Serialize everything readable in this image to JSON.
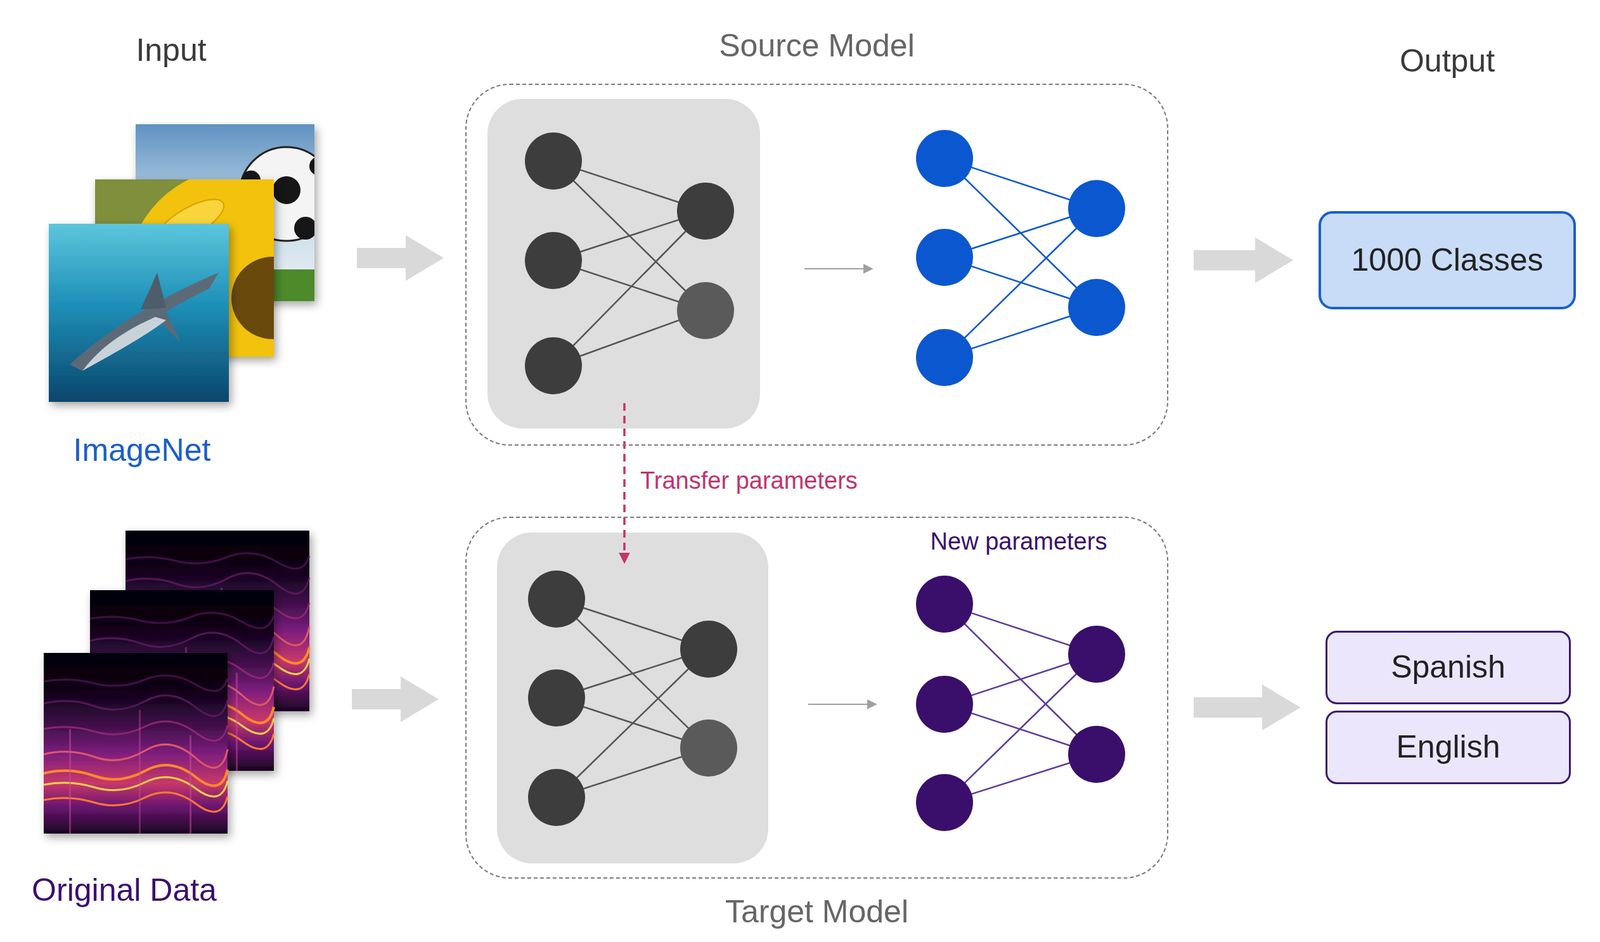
{
  "diagram": {
    "nodes": [
      {
        "text": [
          "Source Model"
        ]
      },
      {
        "text": [
          "1000 Classes"
        ]
      },
      {
        "text": [
          "Target Model"
        ]
      },
      {
        "text": [
          "Spanish"
        ]
      },
      {
        "text": [
          "English"
        ]
      }
    ],
    "edges": [
      {
        "from": 0,
        "to": 1,
        "arrow": "to"
      },
      {
        "from": 2,
        "to": 3,
        "arrow": "to"
      },
      {
        "from": 2,
        "to": 4,
        "arrow": "to"
      },
      {
        "from": 0,
        "to": 2,
        "label": "Transfer parameters",
        "arrow": "to"
      }
    ],
    "labels": [
      "Input",
      "Output",
      "ImageNet",
      "Original Data",
      "New parameters"
    ]
  }
}
